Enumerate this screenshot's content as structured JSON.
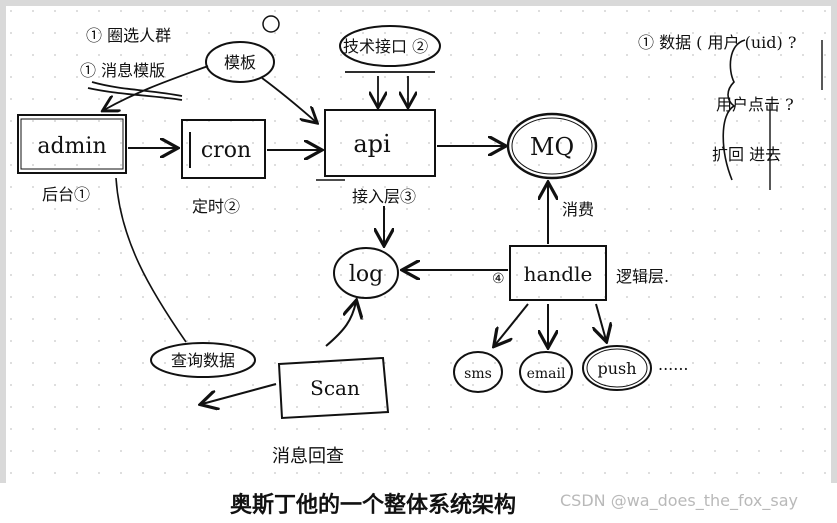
{
  "caption": "奥斯丁他的一个整体系统架构",
  "watermark": "CSDN @wa_does_the_fox_say",
  "nodes": {
    "admin": {
      "label": "admin",
      "note": "后台①"
    },
    "cron": {
      "label": "cron",
      "note": "定时②"
    },
    "api": {
      "label": "api",
      "note": "接入层③"
    },
    "mq": {
      "label": "MQ"
    },
    "log": {
      "label": "log"
    },
    "handle": {
      "label": "handle",
      "note": "逻辑层."
    },
    "scan": {
      "label": "Scan",
      "note": "消息回查"
    },
    "sms": {
      "label": "sms"
    },
    "email": {
      "label": "email"
    },
    "push": {
      "label": "push"
    }
  },
  "notes": {
    "admin_top_1": "① 圈选人群",
    "admin_top_2": "① 消息模版",
    "template": "模板",
    "api_top": "技术接口 ②",
    "mq_consume": "消费",
    "handle_left": "④",
    "dots": "......",
    "query_log": "查询数据",
    "right_1": "① 数据 ( 用户 (uid) ?",
    "right_2": "用户点击 ?",
    "right_3": "扩回 进去"
  },
  "colors": {
    "ink": "#111111",
    "paper": "#ffffff",
    "grid": "#d3d3d3"
  }
}
